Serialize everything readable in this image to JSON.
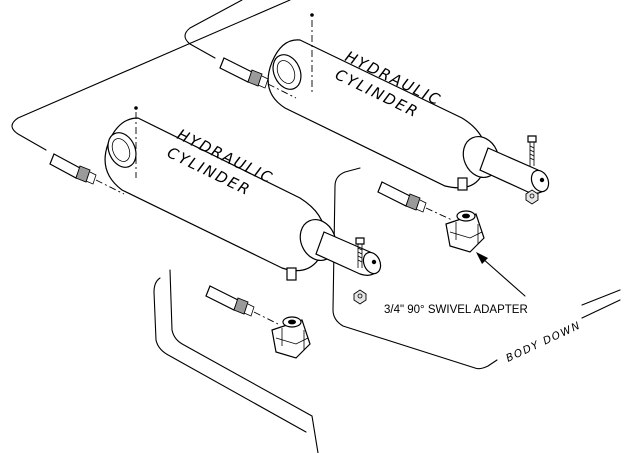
{
  "cylinder_upper": {
    "line1": "HYDRAULIC",
    "line2": "CYLINDER"
  },
  "cylinder_lower": {
    "line1": "HYDRAULIC",
    "line2": "CYLINDER"
  },
  "callout": {
    "label": "3/4\" 90° SWIVEL ADAPTER"
  },
  "hose_group": {
    "label": "BODY DOWN"
  },
  "colors": {
    "line": "#000000",
    "background": "#ffffff"
  }
}
